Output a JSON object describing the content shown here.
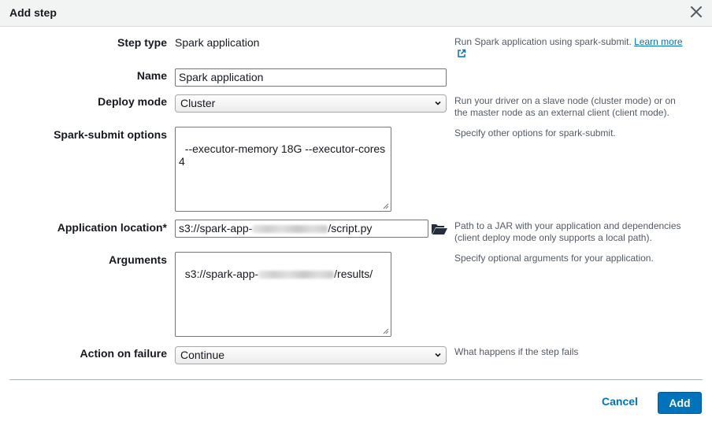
{
  "dialog": {
    "title": "Add step"
  },
  "fields": {
    "step_type": {
      "label": "Step type",
      "value": "Spark application",
      "help_prefix": "Run Spark application using spark-submit. ",
      "help_link": "Learn more"
    },
    "name": {
      "label": "Name",
      "value": "Spark application"
    },
    "deploy_mode": {
      "label": "Deploy mode",
      "selected": "Cluster",
      "help": "Run your driver on a slave node (cluster mode) or on the master node as an external client (client mode)."
    },
    "spark_submit_options": {
      "label": "Spark-submit options",
      "value": "--executor-memory 18G --executor-cores 4",
      "help": "Specify other options for spark-submit."
    },
    "application_location": {
      "label": "Application location*",
      "value_prefix": "s3://spark-app-",
      "value_suffix": "/script.py",
      "help": "Path to a JAR with your application and dependencies (client deploy mode only supports a local path)."
    },
    "arguments": {
      "label": "Arguments",
      "value_prefix": "s3://spark-app-",
      "value_suffix": "/results/",
      "help": "Specify optional arguments for your application."
    },
    "action_on_failure": {
      "label": "Action on failure",
      "selected": "Continue",
      "help": "What happens if the step fails"
    }
  },
  "footer": {
    "cancel_label": "Cancel",
    "add_label": "Add"
  },
  "colors": {
    "accent": "#0073bb",
    "header_bg": "#f2f3f3",
    "help_text": "#545b64"
  }
}
